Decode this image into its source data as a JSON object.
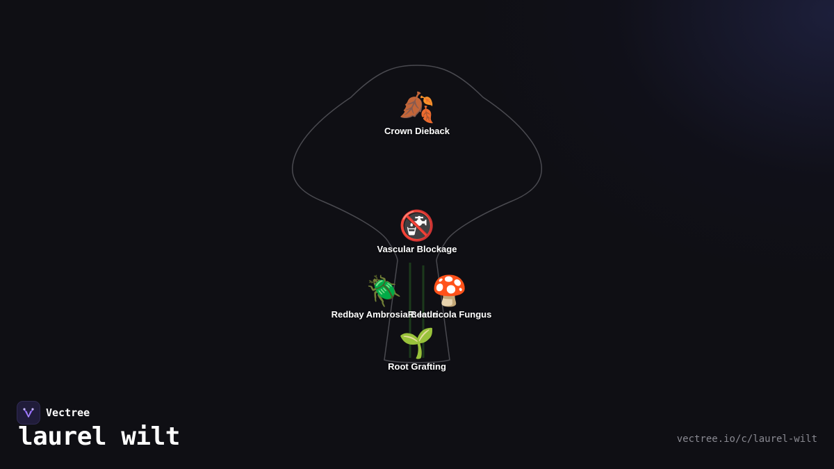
{
  "brand": {
    "name": "Vectree",
    "logo_icon": "vectree-logo-icon",
    "accent_color": "#8b5cf6"
  },
  "page": {
    "title": "laurel wilt",
    "url": "vectree.io/c/laurel-wilt"
  },
  "diagram": {
    "nodes": [
      {
        "id": "crown-dieback",
        "label": "Crown Dieback",
        "emoji": "🍂",
        "icon": "fallen-leaves-icon"
      },
      {
        "id": "vascular-blockage",
        "label": "Vascular Blockage",
        "emoji": "🚱",
        "icon": "non-potable-water-icon"
      },
      {
        "id": "redbay-ambrosia-beetle",
        "label": "Redbay Ambrosia Beetle",
        "emoji": "🪲",
        "icon": "beetle-icon"
      },
      {
        "id": "r-lauricola-fungus",
        "label": "R. lauricola Fungus",
        "emoji": "🍄",
        "icon": "mushroom-icon"
      },
      {
        "id": "root-grafting",
        "label": "Root Grafting",
        "emoji": "🌱",
        "icon": "seedling-icon"
      }
    ],
    "colors": {
      "outline": "#4a4a50",
      "trunk_lines": "#1c3a1c",
      "background": "#0f0f14"
    }
  }
}
